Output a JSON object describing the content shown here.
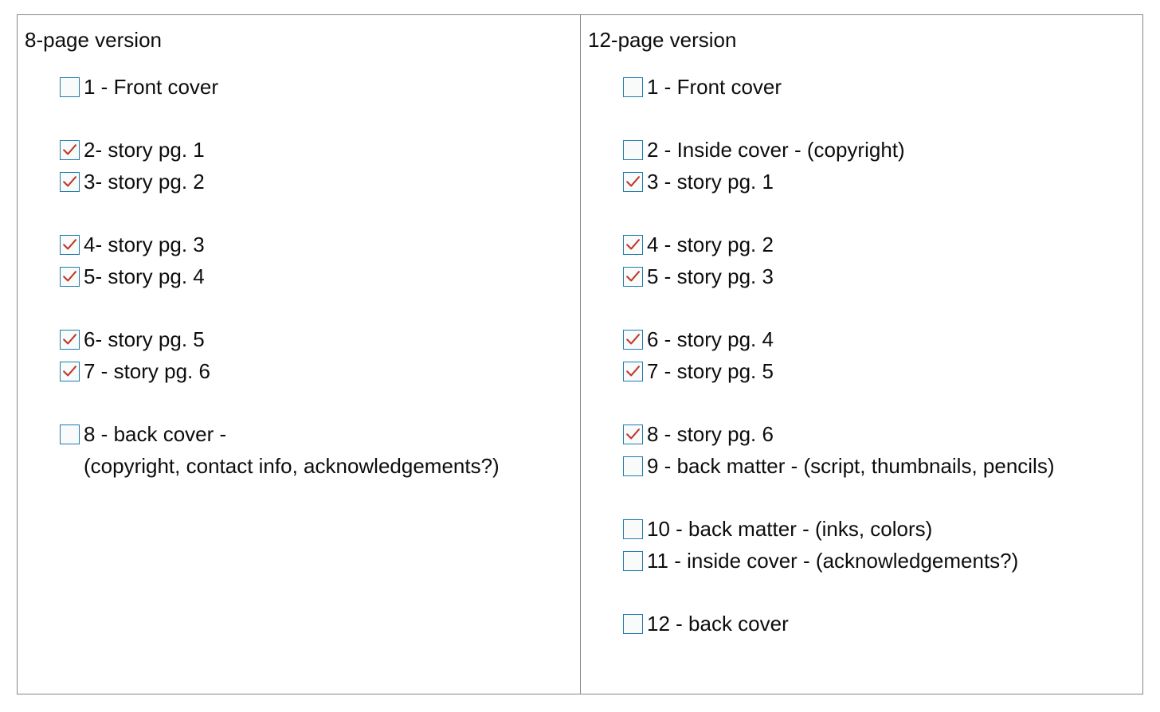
{
  "colors": {
    "checkbox_border": "#1f7cae",
    "checkbox_fill": "#f9fafa",
    "check_mark": "#c0392b",
    "table_border": "#868686",
    "text": "#0d0d0d",
    "background": "#ffffff"
  },
  "columns": [
    {
      "title": "8-page version",
      "groups": [
        {
          "items": [
            {
              "checked": false,
              "label": "1 - Front cover"
            }
          ]
        },
        {
          "items": [
            {
              "checked": true,
              "label": "2- story pg. 1"
            },
            {
              "checked": true,
              "label": "3- story pg. 2"
            }
          ]
        },
        {
          "items": [
            {
              "checked": true,
              "label": "4- story pg. 3"
            },
            {
              "checked": true,
              "label": "5- story pg. 4"
            }
          ]
        },
        {
          "items": [
            {
              "checked": true,
              "label": "6- story pg. 5"
            },
            {
              "checked": true,
              "label": "7 - story pg. 6"
            }
          ]
        },
        {
          "items": [
            {
              "checked": false,
              "label": "8 - back cover -",
              "subline": "(copyright, contact info, acknowledgements?)"
            }
          ]
        }
      ]
    },
    {
      "title": "12-page version",
      "groups": [
        {
          "items": [
            {
              "checked": false,
              "label": "1 - Front cover"
            }
          ]
        },
        {
          "items": [
            {
              "checked": false,
              "label": "2 - Inside cover - (copyright)"
            },
            {
              "checked": true,
              "label": "3 - story pg. 1"
            }
          ]
        },
        {
          "items": [
            {
              "checked": true,
              "label": "4 - story pg. 2"
            },
            {
              "checked": true,
              "label": "5 - story pg. 3"
            }
          ]
        },
        {
          "items": [
            {
              "checked": true,
              "label": "6 - story pg. 4"
            },
            {
              "checked": true,
              "label": "7 - story pg. 5"
            }
          ]
        },
        {
          "items": [
            {
              "checked": true,
              "label": "8 - story pg. 6"
            },
            {
              "checked": false,
              "label": "9 - back matter - (script, thumbnails, pencils)"
            }
          ]
        },
        {
          "items": [
            {
              "checked": false,
              "label": "10 - back matter - (inks, colors)"
            },
            {
              "checked": false,
              "label": "11 - inside cover - (acknowledgements?)"
            }
          ]
        },
        {
          "items": [
            {
              "checked": false,
              "label": "12 - back cover"
            }
          ]
        }
      ]
    }
  ]
}
